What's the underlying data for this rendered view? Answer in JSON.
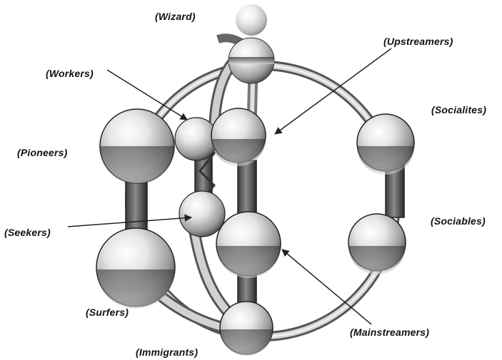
{
  "labels": {
    "wizard": "(Wizard)",
    "upstreamers": "(Upstreamers)",
    "workers": "(Workers)",
    "socialites": "(Socialites)",
    "pioneers": "(Pioneers)",
    "seekers": "(Seekers)",
    "sociables": "(Sociables)",
    "surfers": "(Surfers)",
    "mainstreamers": "(Mainstreamers)",
    "immigrants": "(Immigrants)"
  }
}
